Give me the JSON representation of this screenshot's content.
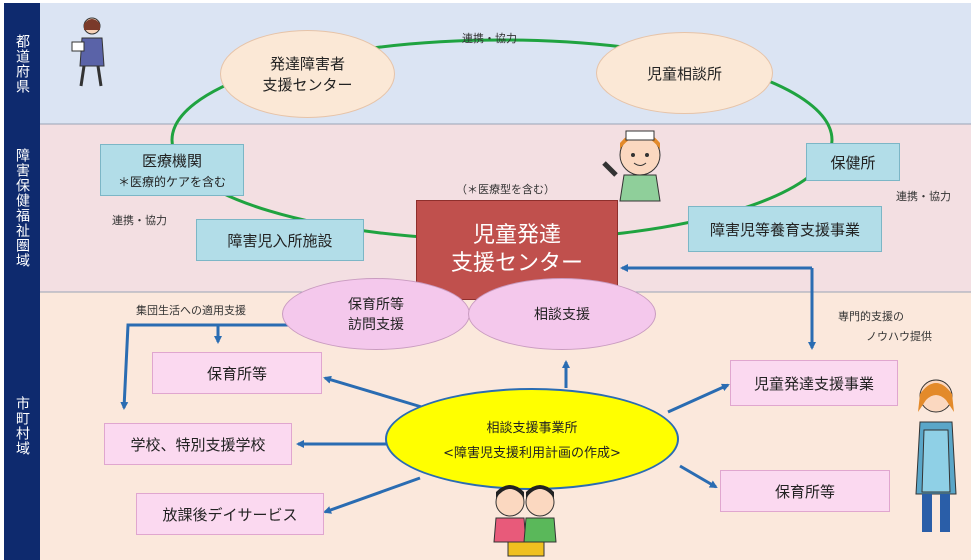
{
  "regions": {
    "prefecture": "都道府県",
    "health_welfare_area": "障害保健福祉圏域",
    "municipality": "市町村域"
  },
  "nodes": {
    "dev_disability_support_center": [
      "発達障害者",
      "支援センター"
    ],
    "child_guidance_center": "児童相談所",
    "medical_institution": {
      "title": "医療機関",
      "note": "＊医療的ケアを含む"
    },
    "health_center": "保健所",
    "residential_facility": "障害児入所施設",
    "child_dev_support_center": {
      "note": "（＊医療型を含む）",
      "lines": [
        "児童発達",
        "支援センター"
      ]
    },
    "disabled_child_care_support": "障害児等養育支援事業",
    "nursery_visit_support": [
      "保育所等",
      "訪問支援"
    ],
    "consultation_support": "相談支援",
    "nursery_left": "保育所等",
    "schools": "学校、特別支援学校",
    "after_school_day_service": "放課後デイサービス",
    "consultation_office": {
      "title": "相談支援事業所",
      "sub": "<障害児支援利用計画の作成>"
    },
    "child_dev_support_program": "児童発達支援事業",
    "nursery_right": "保育所等"
  },
  "labels": {
    "coop_top": "連携・協力",
    "coop_left": "連携・協力",
    "coop_right": "連携・協力",
    "group_life_support": "集団生活への適用支援",
    "expert_support": [
      "専門的支援の",
      "ノウハウ提供"
    ]
  },
  "colors": {
    "sidebar": "#0e2a6e",
    "band_prefecture": "#dbe4f3",
    "band_area": "#f3dfe2",
    "band_municipality": "#fbe8dc",
    "ring": "#1fa340",
    "arrow": "#2a6cb2",
    "center_box": "#c0504d"
  }
}
